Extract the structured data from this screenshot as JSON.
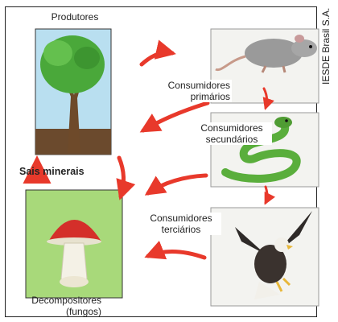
{
  "labels": {
    "producers": "Produtores",
    "primary_l1": "Consumidores",
    "primary_l2": "primários",
    "secondary_l1": "Consumidores",
    "secondary_l2": "secundários",
    "tertiary_l1": "Consumidores",
    "tertiary_l2": "terciários",
    "minerals": "Sais minerais",
    "decomposers_l1": "Decompositores",
    "decomposers_l2": "(fungos)"
  },
  "credit": "IESDE Brasil S.A.",
  "colors": {
    "arrow": "#e8392b",
    "tree_bg": "#b9dff0",
    "mushroom_bg": "#a8d97a",
    "tree_leaves": "#4aa83a",
    "mushroom_cap": "#d42f2a",
    "snake": "#5aae3c",
    "rat": "#9a9a9a",
    "eagle": "#2e2a28"
  },
  "icons": [
    "tree-icon",
    "rat-icon",
    "snake-icon",
    "eagle-icon",
    "mushroom-icon"
  ]
}
